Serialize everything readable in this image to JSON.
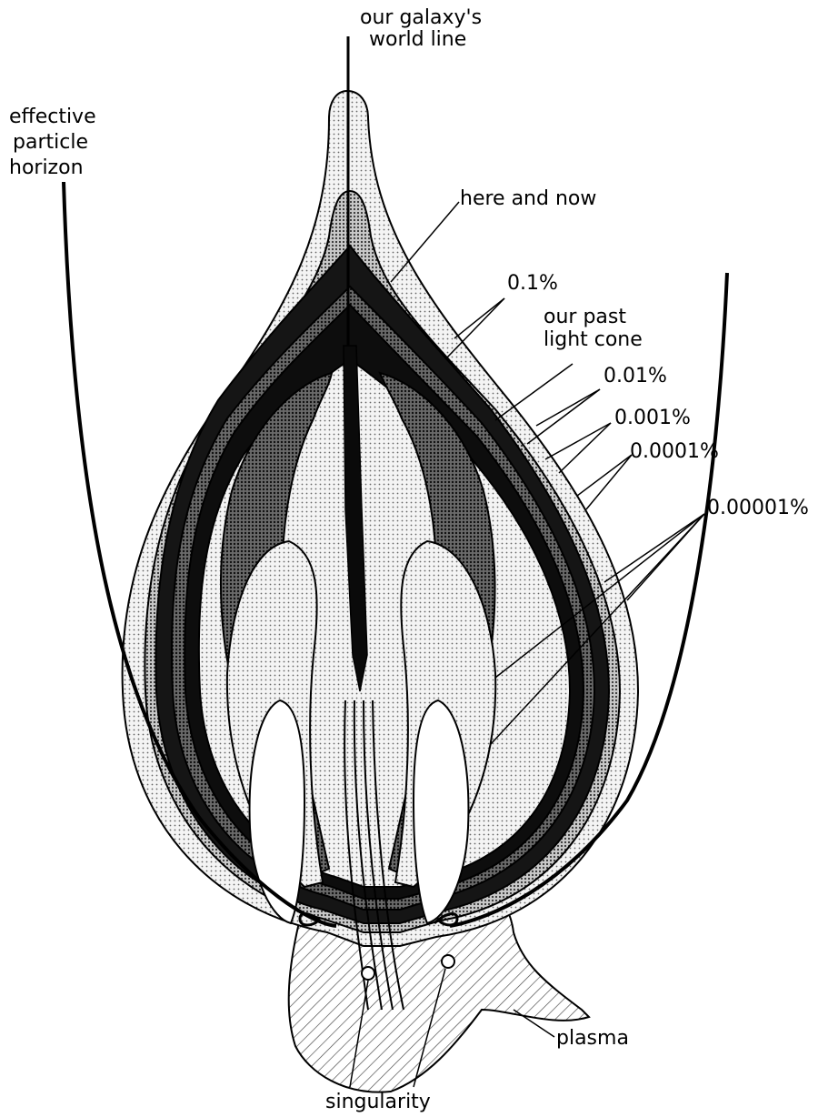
{
  "labels": {
    "galaxy_world_line": [
      "our galaxy's",
      "world line"
    ],
    "particle_horizon": [
      "effective",
      "particle",
      "horizon"
    ],
    "here_and_now": "here and now",
    "past_light_cone": [
      "our past",
      "light cone"
    ],
    "plasma": "plasma",
    "singularity": "singularity"
  },
  "contours": [
    {
      "id": "c1",
      "label": "0.1%"
    },
    {
      "id": "c2",
      "label": "0.01%"
    },
    {
      "id": "c3",
      "label": "0.001%"
    },
    {
      "id": "c4",
      "label": "0.0001%"
    },
    {
      "id": "c5",
      "label": "0.00001%"
    }
  ],
  "colors": {
    "ink": "#000000",
    "paper": "#ffffff",
    "light_stipple": "#cfcfcf",
    "mid_stipple": "#9c9c9c",
    "dark_stipple": "#5a5a5a",
    "plasma_hatch": "#bdbdbd"
  }
}
